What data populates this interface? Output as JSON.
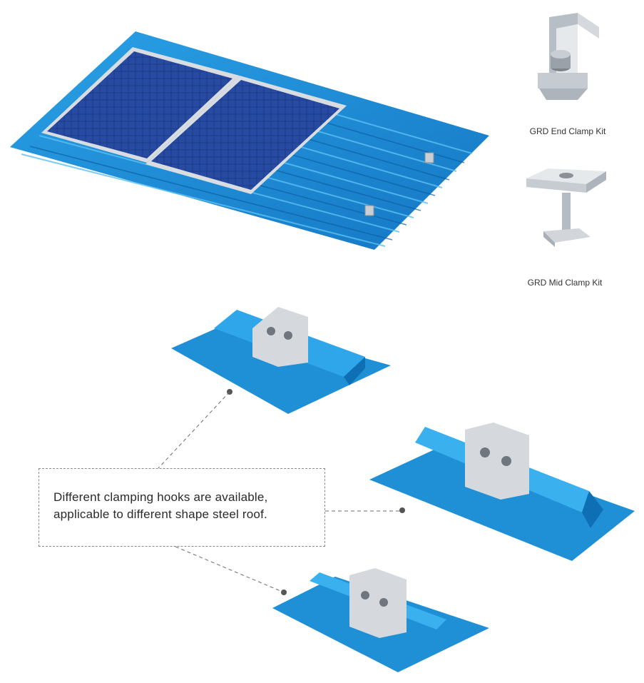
{
  "products": [
    {
      "caption": "GRD End Clamp Kit",
      "icon": "end-clamp-icon"
    },
    {
      "caption": "GRD Mid Clamp Kit",
      "icon": "mid-clamp-icon"
    }
  ],
  "callout": {
    "lines": [
      "Different clamping hooks are available,",
      "applicable to different shape steel roof."
    ]
  },
  "colors": {
    "roof_blue": "#1f8fd6",
    "roof_dark": "#0e6fb5",
    "panel_blue": "#1e3d8f",
    "aluminum": "#c9ced4"
  },
  "illustrations": [
    "roof-with-solar-panels",
    "trapezoidal-roof-hook",
    "rib-roof-hook",
    "standing-seam-roof-hook"
  ]
}
